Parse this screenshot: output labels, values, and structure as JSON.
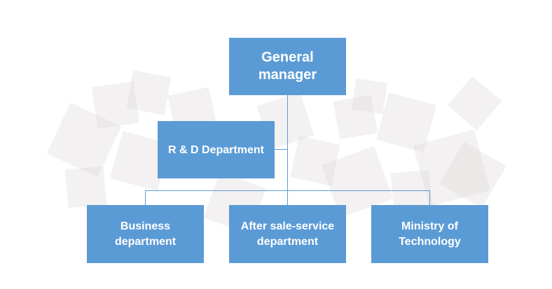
{
  "org_chart": {
    "root": "General\nmanager",
    "staff": "R & D Department",
    "departments": [
      "Business\ndepartment",
      "After sale-service\ndepartment",
      "Ministry of\nTechnology"
    ]
  },
  "colors": {
    "box_fill": "#5b9bd5",
    "connector": "#5b9bd5",
    "text": "#ffffff",
    "background_squares": "#ded6d6"
  }
}
